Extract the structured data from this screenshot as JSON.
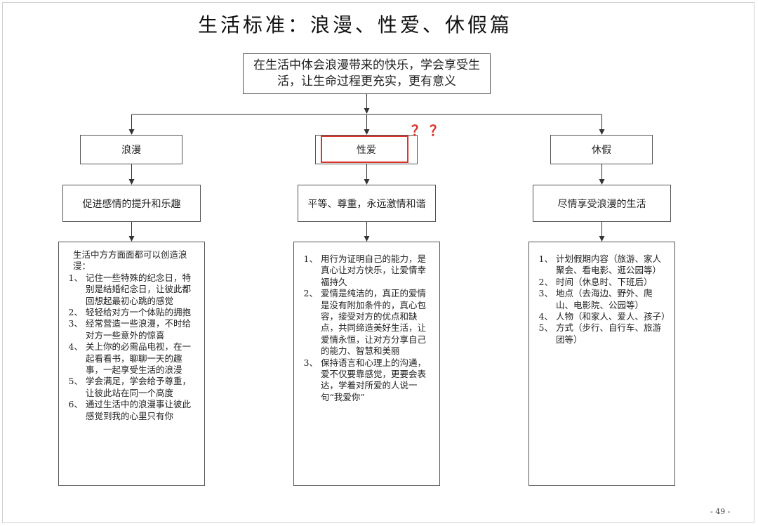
{
  "title": "生活标准：浪漫、性爱、休假篇",
  "goal_text": "在生活中体会浪漫带来的快乐，学会享受生活，让生命过程更充实，更有意义",
  "annotation": "？？",
  "page_number": "- 49 -",
  "colors": {
    "highlight": "#d9352c",
    "border": "#555555"
  },
  "branches": [
    {
      "label": "浪漫",
      "subtitle": "促进感情的提升和乐趣",
      "intro": "生活中方方面面都可以创造浪漫：",
      "items": [
        {
          "num": "1、",
          "text": "记住一些特殊的纪念日，特别是结婚纪念日，让彼此都回想起最初心跳的感觉"
        },
        {
          "num": "2、",
          "text": "轻轻给对方一个体贴的拥抱"
        },
        {
          "num": "3、",
          "text": "经常营造一些浪漫，不时给对方一些意外的惊喜"
        },
        {
          "num": "4、",
          "text": "关上你的必需品电视，在一起看看书，聊聊一天的趣事，一起享受生活的浪漫"
        },
        {
          "num": "5、",
          "text": "学会满足，学会给予尊重，让彼此站在同一个高度"
        },
        {
          "num": "6、",
          "text": "通过生活中的浪漫事让彼此感觉到我的心里只有你"
        }
      ]
    },
    {
      "label": "性爱",
      "subtitle": "平等、尊重，永远激情和谐",
      "intro": "",
      "items": [
        {
          "num": "1、",
          "text": "用行为证明自己的能力，是真心让对方快乐，让爱情幸福持久"
        },
        {
          "num": "2、",
          "text": "爱情是纯洁的，真正的爱情是没有附加条件的，真心包容，接受对方的优点和缺点，共同缔造美好生活，让爱情永恒，让对方分享自己的能力、智慧和美丽"
        },
        {
          "num": "3、",
          "text": "保持语言和心理上的沟通，爱不仅要靠感觉，更要会表达，学着对所爱的人说一句“我爱你”"
        }
      ]
    },
    {
      "label": "休假",
      "subtitle": "尽情享受浪漫的生活",
      "intro": "",
      "items": [
        {
          "num": "1、",
          "text": "计划假期内容（旅游、家人聚会、看电影、逛公园等）"
        },
        {
          "num": "2、",
          "text": "时间（休息时、下班后）"
        },
        {
          "num": "3、",
          "text": "地点（去海边、野外、爬山、电影院、公园等）"
        },
        {
          "num": "4、",
          "text": "人物（和家人、爱人、孩子）"
        },
        {
          "num": "5、",
          "text": "方式（步行、自行车、旅游团等）"
        }
      ]
    }
  ]
}
